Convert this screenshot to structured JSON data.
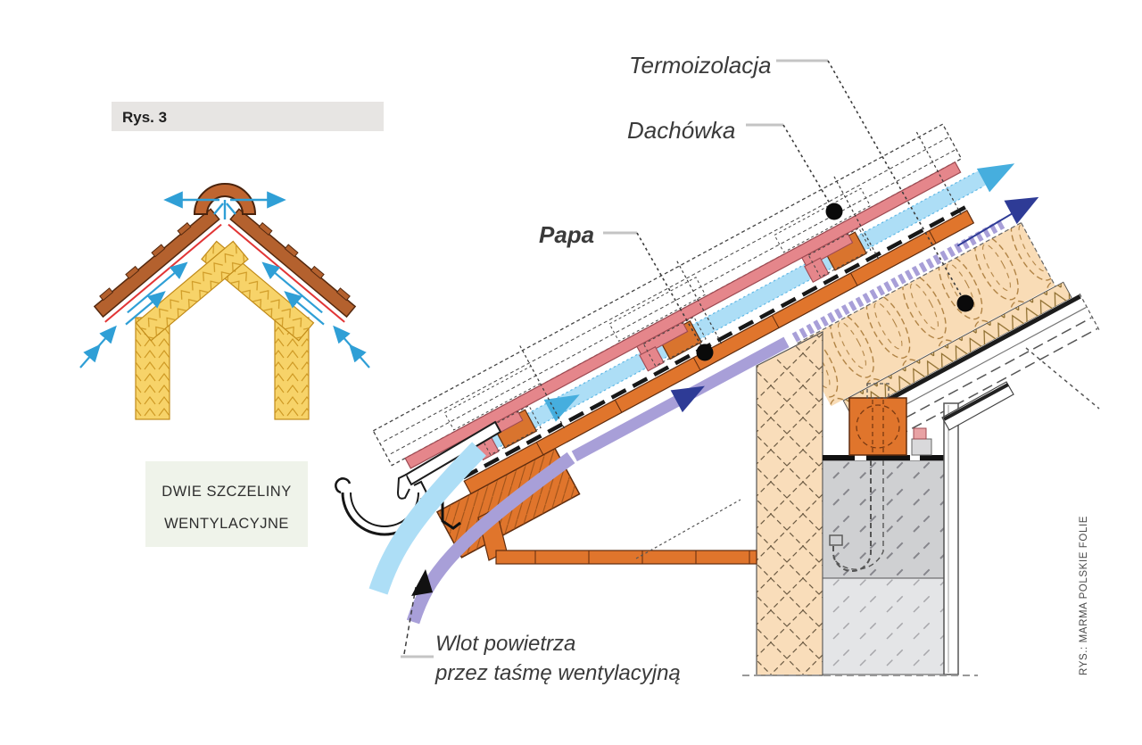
{
  "figure": {
    "label": "Rys. 3"
  },
  "note_box": {
    "line1": "DWIE SZCZELINY",
    "line2": "WENTYLACYJNE"
  },
  "labels": {
    "termoizolacja": "Termoizolacja",
    "dachowka": "Dachówka",
    "papa": "Papa",
    "wlot_line1": "Wlot powietrza",
    "wlot_line2": "przez taśmę wentylacyjną"
  },
  "credit": "RYS.: MARMA POLSKIE FOLIE",
  "colors": {
    "background": "#ffffff",
    "figure_bar_bg": "#e7e5e3",
    "note_box_bg": "#eff3ea",
    "tile_pink": "#e5868b",
    "wood_orange": "#e0752c",
    "mini_tile_brown": "#b4612e",
    "mini_insulation_yellow": "#f7d369",
    "insulation_beige": "#f9dcb6",
    "wall_gray_dark": "#cfd0d2",
    "wall_gray_light": "#e4e5e7",
    "airflow_cyan": "#addef6",
    "airflow_cyan_head": "#46aede",
    "airflow_purple": "#a89fd8",
    "airflow_darkblue": "#2e3b96",
    "membrane_black": "#171717",
    "mini_membrane_red": "#e23535",
    "mini_arrow_blue": "#2f9fd6",
    "leader_gray": "#c4c4c4",
    "text_dark": "#3a3a3a"
  }
}
